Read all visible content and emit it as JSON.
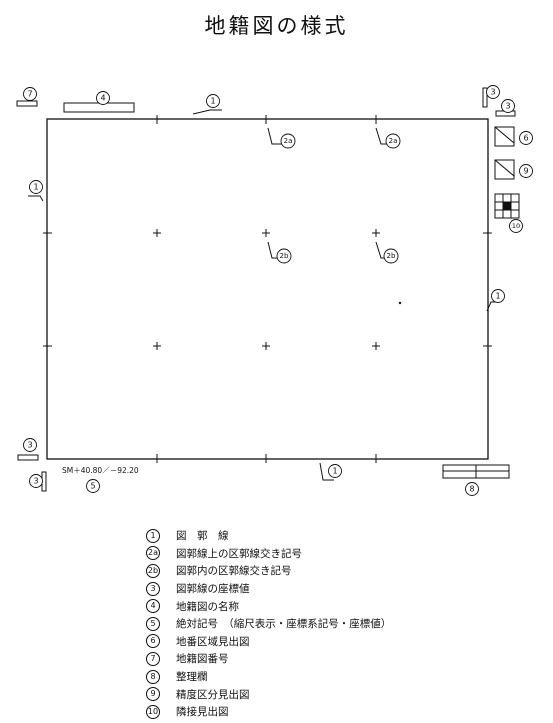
{
  "title": "地籍図の様式",
  "scale_note": "SM＋40.80／－92.20",
  "callout_labels": {
    "n1": "1",
    "n2a": "2a",
    "n2b": "2b",
    "n3": "3",
    "n4": "4",
    "n5": "5",
    "n6": "6",
    "n7": "7",
    "n8": "8",
    "n9": "9",
    "n10": "10"
  },
  "legend": [
    {
      "num": "1",
      "text": "図　郭　線"
    },
    {
      "num": "2a",
      "text": "図郭線上の区郭線交き記号"
    },
    {
      "num": "2b",
      "text": "図郭内の区郭線交き記号"
    },
    {
      "num": "3",
      "text": "図郭線の座標値"
    },
    {
      "num": "4",
      "text": "地籍図の名称"
    },
    {
      "num": "5",
      "text": "絶対記号　（縮尺表示・座標系記号・座標値）"
    },
    {
      "num": "6",
      "text": "地番区域見出図"
    },
    {
      "num": "7",
      "text": "地籍図番号"
    },
    {
      "num": "8",
      "text": "整理欄"
    },
    {
      "num": "9",
      "text": "精度区分見出図"
    },
    {
      "num": "10",
      "text": "隣接見出図"
    }
  ]
}
